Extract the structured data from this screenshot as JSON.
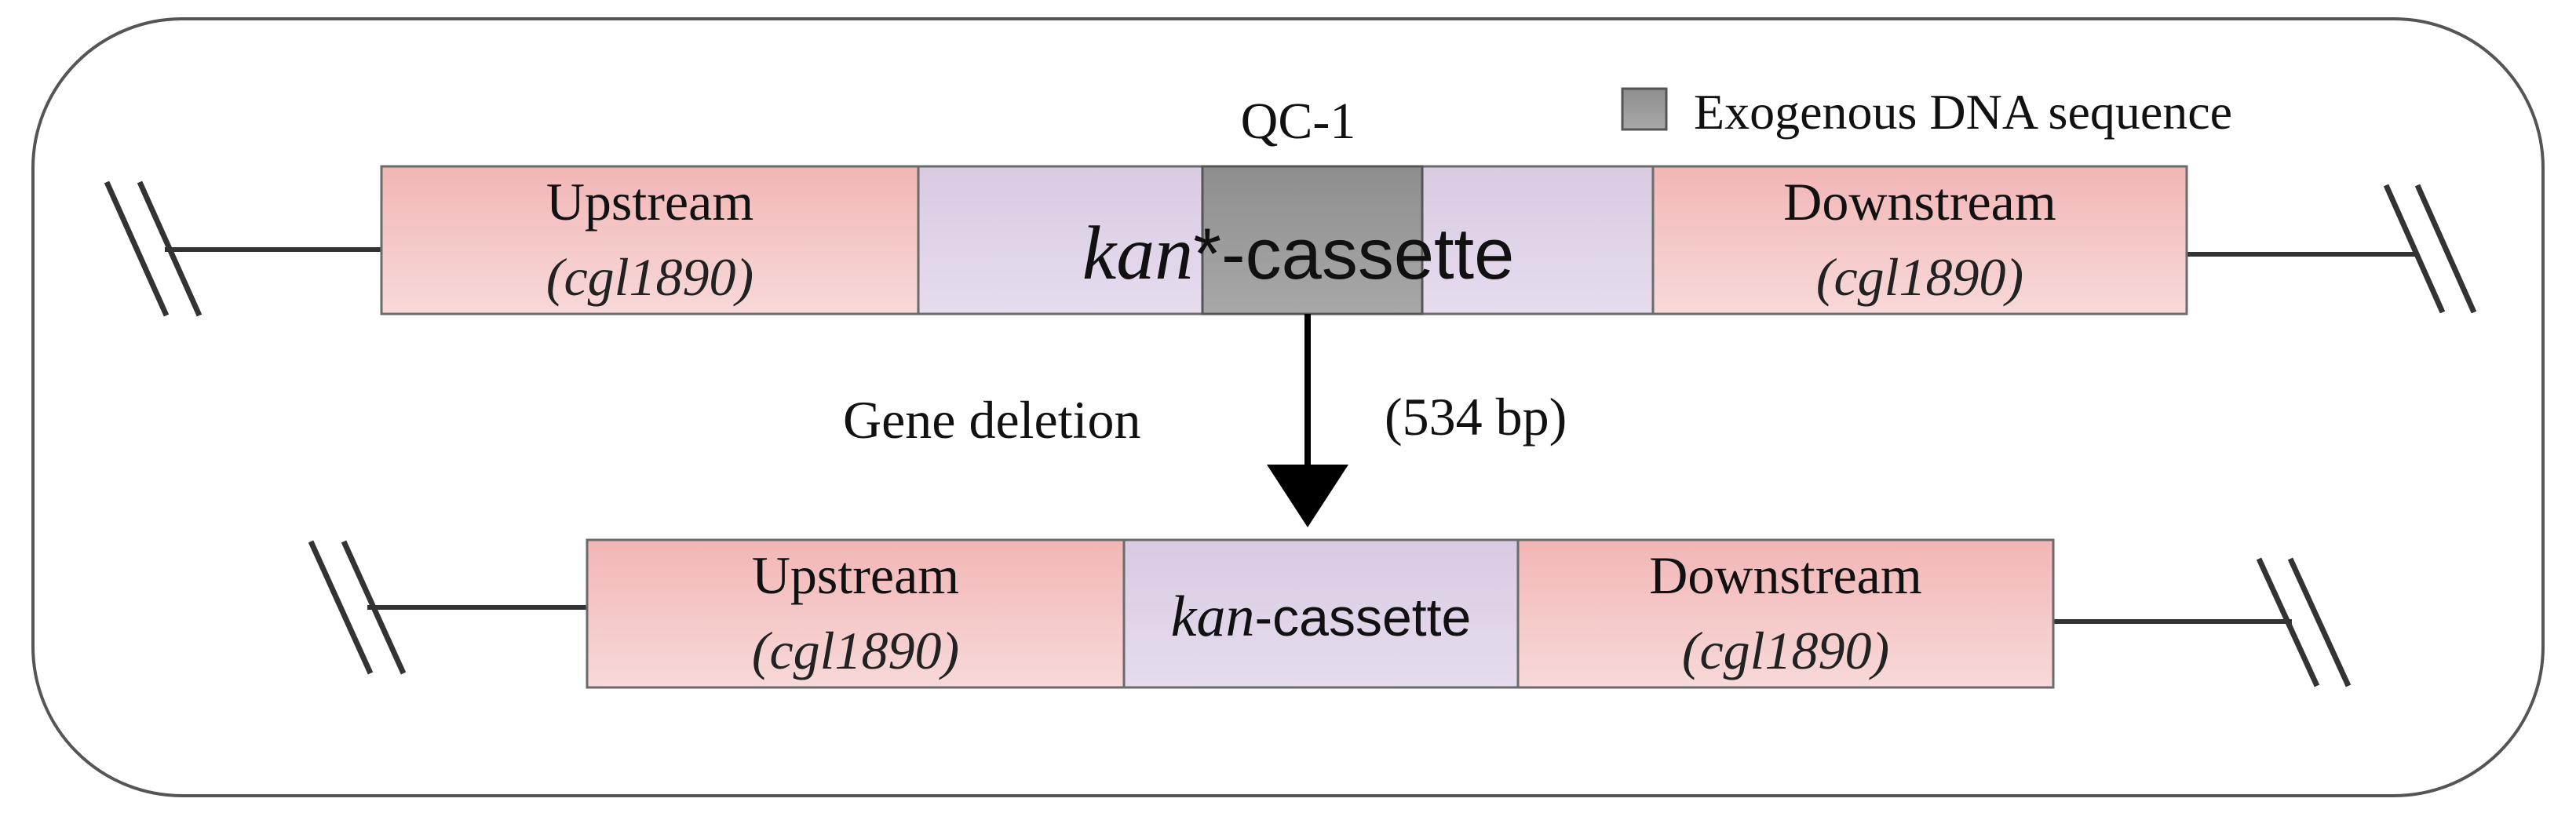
{
  "legend": {
    "label": "Exogenous DNA sequence",
    "swatch_color": "#8c8c8c"
  },
  "top_construct": {
    "qc_label": "QC-1",
    "upstream": {
      "name": "Upstream",
      "gene": "(cgl1890)"
    },
    "cassette": {
      "prefix": "kan",
      "suffix": "*-cassette"
    },
    "downstream": {
      "name": "Downstream",
      "gene": "(cgl1890)"
    }
  },
  "transition": {
    "action_label": "Gene deletion",
    "size_label": "(534 bp)"
  },
  "bottom_construct": {
    "upstream": {
      "name": "Upstream",
      "gene": "(cgl1890)"
    },
    "cassette": {
      "prefix": "kan",
      "suffix": "-cassette"
    },
    "downstream": {
      "name": "Downstream",
      "gene": "(cgl1890)"
    }
  },
  "colors": {
    "flank_fill": "#f2b8b8",
    "flank_fill_light": "#f7d6d6",
    "cassette_fill": "#ddd0e6",
    "exogenous_fill": "#9a9a9a",
    "line": "#333333"
  }
}
